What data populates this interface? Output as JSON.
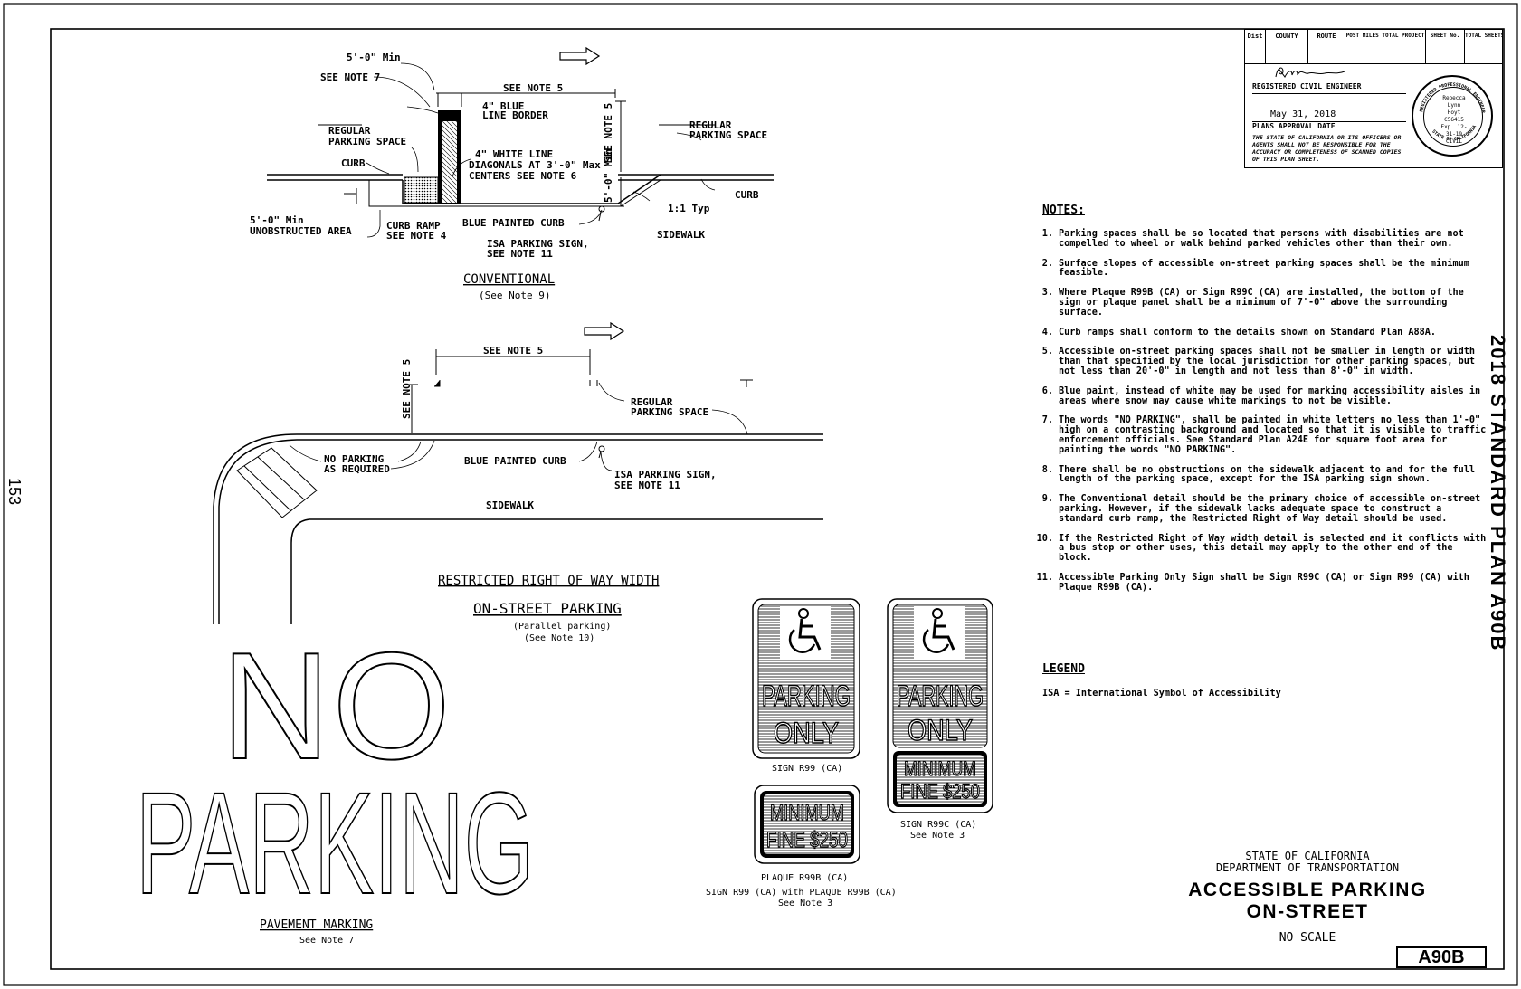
{
  "page_number": "153",
  "side_title": "2018 STANDARD PLAN A90B",
  "title_block": {
    "header_cols": [
      "Dist",
      "COUNTY",
      "ROUTE",
      "POST MILES TOTAL PROJECT",
      "SHEET No.",
      "TOTAL SHEETS"
    ],
    "registered": "REGISTERED CIVIL ENGINEER",
    "date": "May 31, 2018",
    "plans_approval": "PLANS APPROVAL DATE",
    "disclaimer": "THE STATE OF CALIFORNIA OR ITS OFFICERS OR AGENTS SHALL NOT BE RESPONSIBLE FOR THE ACCURACY OR COMPLETENESS OF SCANNED COPIES OF THIS PLAN SHEET.",
    "seal_ring_top": "REGISTERED PROFESSIONAL ENGINEER",
    "seal_ring_bottom": "STATE OF CALIFORNIA",
    "seal_name": "Rebecca Lynn Hoyt",
    "seal_no": "C56415",
    "seal_exp": "Exp. 12-31-19",
    "seal_civil": "CIVIL"
  },
  "conventional": {
    "min_5ft": "5'-0\" Min",
    "see_note_7": "SEE NOTE 7",
    "see_note_5": "SEE NOTE 5",
    "blue_border": [
      "4\" BLUE",
      "LINE BORDER"
    ],
    "regular_left": [
      "REGULAR",
      "PARKING SPACE"
    ],
    "regular_right": [
      "REGULAR",
      "PARKING SPACE"
    ],
    "curb": "CURB",
    "white_line": [
      "4\" WHITE LINE",
      "DIAGONALS AT 3'-0\" Max",
      "CENTERS SEE NOTE 6"
    ],
    "see_note_5_v": "SEE NOTE 5",
    "min_5ft_v": "5'-0\" Min",
    "slope": "1:1 Typ",
    "curb_right": "CURB",
    "unobstructed": [
      "5'-0\" Min",
      "UNOBSTRUCTED AREA"
    ],
    "curb_ramp": [
      "CURB RAMP",
      "SEE NOTE 4"
    ],
    "blue_curb": "BLUE PAINTED CURB",
    "isa_sign": [
      "ISA PARKING SIGN,",
      "SEE NOTE 11"
    ],
    "sidewalk": "SIDEWALK",
    "title": "CONVENTIONAL",
    "subtitle": "(See Note 9)"
  },
  "restricted": {
    "see_note_5": "SEE NOTE 5",
    "see_note_5_v": "SEE NOTE 5",
    "regular": [
      "REGULAR",
      "PARKING SPACE"
    ],
    "no_parking": [
      "NO PARKING",
      "AS REQUIRED"
    ],
    "blue_curb": "BLUE PAINTED CURB",
    "isa_sign": [
      "ISA PARKING SIGN,",
      "SEE NOTE 11"
    ],
    "sidewalk": "SIDEWALK",
    "title": "RESTRICTED RIGHT OF WAY WIDTH",
    "subtitle1": "ON-STREET PARKING",
    "subtitle2": "(Parallel parking)",
    "subtitle3": "(See Note 10)"
  },
  "pavement": {
    "word1": "NO",
    "word2": "PARKING",
    "title": "PAVEMENT MARKING",
    "subtitle": "See Note 7"
  },
  "signs": {
    "r99_text": [
      "PARKING",
      "ONLY"
    ],
    "r99_label": "SIGN R99 (CA)",
    "r99c_label": [
      "SIGN R99C (CA)",
      "See Note 3"
    ],
    "plaque_text": [
      "MINIMUM",
      "FINE $250"
    ],
    "plaque_label": [
      "PLAQUE R99B (CA)",
      "SIGN R99 (CA) with PLAQUE R99B (CA)",
      "See Note 3"
    ]
  },
  "notes_title": "NOTES:",
  "notes": [
    {
      "num": "1.",
      "text": "Parking spaces shall be so located that persons with disabilities are not compelled to wheel or walk behind parked vehicles other than their own."
    },
    {
      "num": "2.",
      "text": "Surface slopes of accessible on-street parking spaces shall be the minimum feasible."
    },
    {
      "num": "3.",
      "text": "Where Plaque R99B (CA) or Sign R99C (CA) are installed, the bottom of the sign or plaque panel shall be a minimum of 7'-0\" above the surrounding surface."
    },
    {
      "num": "4.",
      "text": "Curb ramps shall conform to the details shown on Standard Plan A88A."
    },
    {
      "num": "5.",
      "text": "Accessible on-street parking spaces shall not be smaller in length or width than that specified by the local jurisdiction for other parking spaces, but not less than 20'-0\" in length and not less than 8'-0\" in width."
    },
    {
      "num": "6.",
      "text": "Blue paint, instead of white may be used for marking accessibility aisles in areas where snow may cause white markings to not be visible."
    },
    {
      "num": "7.",
      "text": "The words \"NO PARKING\", shall be painted in white letters no less than 1'-0\" high on a contrasting background and located so that it is visible to traffic enforcement officials. See Standard Plan A24E for square foot area for painting the words \"NO PARKING\"."
    },
    {
      "num": "8.",
      "text": "There shall be no obstructions on the sidewalk adjacent to and for the full length of the parking space, except for the ISA parking sign shown."
    },
    {
      "num": "9.",
      "text": "The Conventional detail should be the primary choice of accessible on-street parking. However, if the sidewalk lacks adequate space to construct a standard curb ramp, the Restricted Right of Way detail should be used."
    },
    {
      "num": "10.",
      "text": "If the Restricted Right of Way width detail is selected and it conflicts with a bus stop or other uses, this detail may apply to the other end of the block."
    },
    {
      "num": "11.",
      "text": "Accessible Parking Only Sign shall be Sign R99C (CA) or Sign R99 (CA) with Plaque R99B (CA)."
    }
  ],
  "legend_title": "LEGEND",
  "legend_entry": "ISA = International Symbol of Accessibility",
  "footer": {
    "state": "STATE OF CALIFORNIA",
    "dept": "DEPARTMENT OF TRANSPORTATION",
    "title1": "ACCESSIBLE PARKING",
    "title2": "ON-STREET",
    "scale": "NO SCALE",
    "sheet": "A90B"
  }
}
